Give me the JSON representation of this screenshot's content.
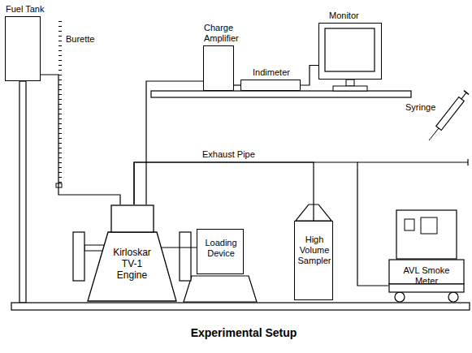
{
  "diagram": {
    "caption": "Experimental Setup",
    "nodes": [
      {
        "text": [
          "Fuel Tank"
        ]
      },
      {
        "text": [
          "Charge Amplifier"
        ]
      },
      {
        "text": [
          "Indimeter"
        ]
      },
      {
        "text": [
          "Monitor"
        ]
      },
      {
        "text": [
          "Kirloskar TV-1 Engine"
        ]
      },
      {
        "text": [
          "Loading Device"
        ]
      },
      {
        "text": [
          "High Volume Sampler"
        ]
      },
      {
        "text": [
          "AVL Smoke Meter"
        ]
      }
    ],
    "edges": [
      {
        "from": 0,
        "to": 4,
        "arrow": "none"
      },
      {
        "from": 1,
        "to": 4,
        "arrow": "none"
      },
      {
        "from": 1,
        "to": 2,
        "arrow": "none"
      },
      {
        "from": 2,
        "to": 3,
        "arrow": "none"
      },
      {
        "from": 4,
        "to": 5,
        "arrow": "none"
      },
      {
        "from": 4,
        "to": 6,
        "arrow": "none"
      },
      {
        "from": 4,
        "to": 7,
        "arrow": "none"
      }
    ],
    "labels": [
      "Burette",
      "Exhaust Pipe",
      "Syringe"
    ]
  }
}
